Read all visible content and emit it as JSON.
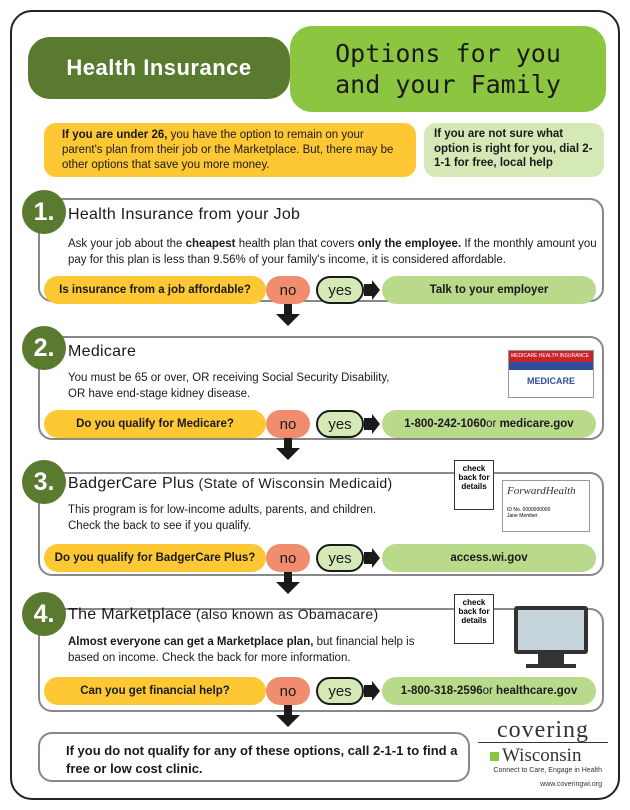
{
  "header": {
    "left_title": "Health Insurance",
    "right_line1": "Options for you",
    "right_line2": "and your Family"
  },
  "intro": {
    "under26_bold": "If you are under 26,",
    "under26_rest": " you have the option to remain on your parent's plan from their job or the Marketplace. But, there may be other options that save you more money.",
    "unsure": "If you are not sure what option is right for you, dial 2-1-1 for free, local help"
  },
  "sections": [
    {
      "number": "1.",
      "title": "Health Insurance from your Job",
      "body_pre": "Ask your job about the ",
      "body_b1": "cheapest",
      "body_mid": " health plan that covers ",
      "body_b2": "only the employee.",
      "body_post": " If the monthly amount you pay for this plan is less than 9.56% of your family's income, it is considered affordable.",
      "question": "Is insurance from a job affordable?",
      "answer": "Talk to your employer"
    },
    {
      "number": "2.",
      "title": "Medicare",
      "body_line1": "You must be 65 or over, OR receiving Social Security Disability,",
      "body_line2": "OR have end-stage kidney disease.",
      "question": "Do you qualify for Medicare?",
      "answer_bold": "1-800-242-1060",
      "answer_mid": " or ",
      "answer_bold2": "medicare.gov",
      "card_label": "MEDICARE",
      "card_header": "MEDICARE     HEALTH INSURANCE"
    },
    {
      "number": "3.",
      "title": "BadgerCare Plus",
      "title_sub": " (State of Wisconsin Medicaid)",
      "body_line1": "This program is for low-income adults, parents, and children.",
      "body_line2": "Check the back to see if you qualify.",
      "question": "Do you qualify for BadgerCare Plus?",
      "answer": "access.wi.gov",
      "check_back": "check back for details",
      "card_brand": "ForwardHealth",
      "card_id": "ID No. 0000000000",
      "card_name": "Jane Member"
    },
    {
      "number": "4.",
      "title": "The Marketplace",
      "title_sub": " (also known as Obamacare)",
      "body_bold": "Almost everyone can get a Marketplace plan,",
      "body_rest": " but financial help is based on income. Check the back for more information.",
      "question": "Can you get financial help?",
      "answer_bold": "1-800-318-2596",
      "answer_mid": " or ",
      "answer_bold2": "healthcare.gov",
      "check_back": "check back for details"
    }
  ],
  "buttons": {
    "no": "no",
    "yes": "yes"
  },
  "final": "If you do not qualify for any of these options, call 2-1-1 to find a free or low cost clinic.",
  "logo": {
    "top": "covering",
    "bottom": "Wisconsin",
    "tagline": "Connect to Care, Engage in Health",
    "url": "www.coveringwi.org"
  },
  "colors": {
    "dark_green": "#5a7a30",
    "bright_green": "#8cc640",
    "yellow": "#fdc834",
    "salmon": "#f08d6e",
    "light_green": "#d4e9b5"
  }
}
